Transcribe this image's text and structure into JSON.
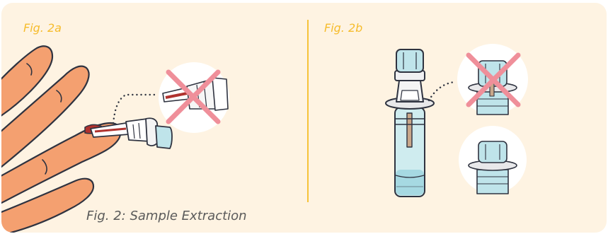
{
  "figure": {
    "panel_a_label": "Fig. 2a",
    "panel_b_label": "Fig. 2b",
    "caption": "Fig. 2: Sample Extraction"
  },
  "icons": {
    "wrong": "red-x-cross-icon",
    "correct": "correct-insertion-illustration"
  },
  "colors": {
    "background": "#fef3e2",
    "accent_label": "#f6bc2c",
    "skin": "#f4a070",
    "outline": "#2f3340",
    "cross": "#ef8f9a",
    "device": "#bfe4ea",
    "blood": "#b0322e"
  }
}
